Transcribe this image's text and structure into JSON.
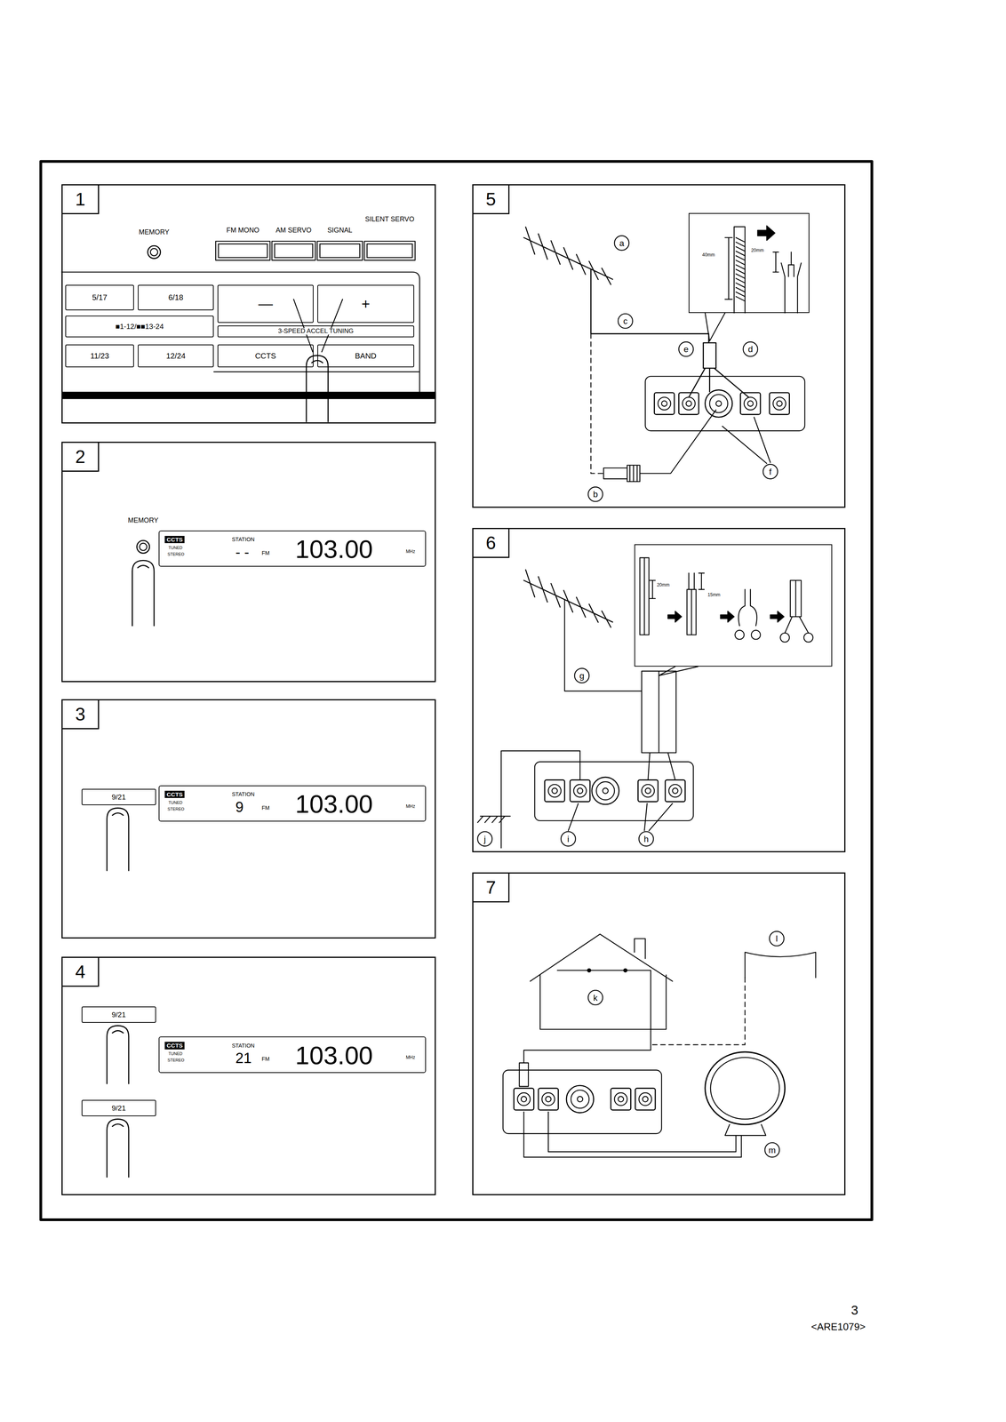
{
  "diagram": {
    "nodes": [
      {
        "text": [
          "1"
        ]
      },
      {
        "text": [
          "MEMORY"
        ],
        "in": 0
      },
      {
        "text": [
          "FM MONO"
        ],
        "in": 0
      },
      {
        "text": [
          "AM SERVO"
        ],
        "in": 0
      },
      {
        "text": [
          "SIGNAL"
        ],
        "in": 0
      },
      {
        "text": [
          "SILENT SERVO"
        ],
        "in": 0
      },
      {
        "text": [
          "5/17"
        ],
        "in": 0
      },
      {
        "text": [
          "6/18"
        ],
        "in": 0
      },
      {
        "text": [
          "—"
        ],
        "in": 0
      },
      {
        "text": [
          "+"
        ],
        "in": 0
      },
      {
        "text": [
          "■1-12/■■13-24"
        ],
        "in": 0
      },
      {
        "text": [
          "3-SPEED ACCEL TUNING"
        ],
        "in": 0
      },
      {
        "text": [
          "11/23"
        ],
        "in": 0
      },
      {
        "text": [
          "12/24"
        ],
        "in": 0
      },
      {
        "text": [
          "CCTS"
        ],
        "in": 0
      },
      {
        "text": [
          "BAND"
        ],
        "in": 0
      },
      {
        "text": [
          "2"
        ]
      },
      {
        "text": [
          "MEMORY"
        ],
        "in": 16
      },
      {
        "text": [
          "CCTS",
          "TUNED",
          "STEREO",
          "STATION",
          "- -",
          "FM",
          "103.00",
          "MHz"
        ],
        "in": 16
      },
      {
        "text": [
          "3"
        ]
      },
      {
        "text": [
          "9/21"
        ],
        "in": 19
      },
      {
        "text": [
          "CCTS",
          "TUNED",
          "STEREO",
          "STATION",
          "9",
          "FM",
          "103.00",
          "MHz"
        ],
        "in": 19
      },
      {
        "text": [
          "4"
        ]
      },
      {
        "text": [
          "9/21"
        ],
        "in": 22
      },
      {
        "text": [
          "CCTS",
          "TUNED",
          "STEREO",
          "STATION",
          "21",
          "FM",
          "103.00",
          "MHz"
        ],
        "in": 22
      },
      {
        "text": [
          "9/21"
        ],
        "in": 22
      },
      {
        "text": [
          "5"
        ]
      },
      {
        "text": [
          "40mm",
          "20mm"
        ],
        "in": 26
      },
      {
        "text": [
          "6"
        ]
      },
      {
        "text": [
          "20mm",
          "15mm"
        ],
        "in": 28
      },
      {
        "text": [
          "7"
        ]
      }
    ],
    "labels": [
      "a",
      "b",
      "c",
      "d",
      "e",
      "f",
      "g",
      "h",
      "i",
      "j",
      "k",
      "l",
      "m",
      "3",
      "<ARE1079>"
    ]
  }
}
